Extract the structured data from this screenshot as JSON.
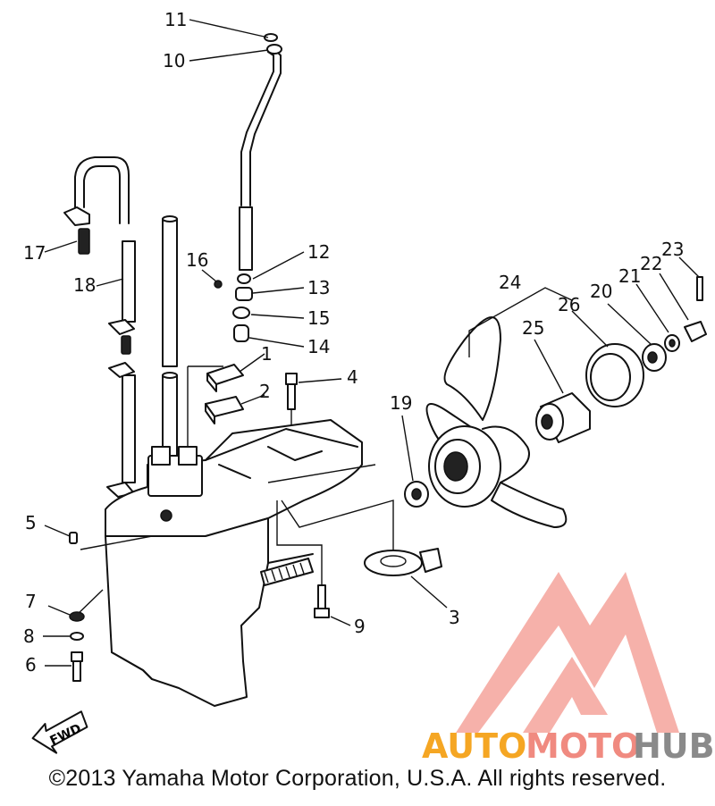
{
  "callouts": [
    "1",
    "2",
    "3",
    "4",
    "5",
    "6",
    "7",
    "8",
    "9",
    "10",
    "11",
    "12",
    "13",
    "14",
    "15",
    "16",
    "17",
    "18",
    "19",
    "20",
    "21",
    "22",
    "23",
    "24",
    "25",
    "26"
  ],
  "direction_badge": "FWD",
  "logo": {
    "part1": "AUTO",
    "part2": "MOTO",
    "part3": "HUB",
    "colors": {
      "auto": "#f5a623",
      "moto": "#f08a80",
      "hub": "#8a8a8a"
    }
  },
  "copyright": "©2013 Yamaha Motor Corporation, U.S.A. All rights reserved."
}
